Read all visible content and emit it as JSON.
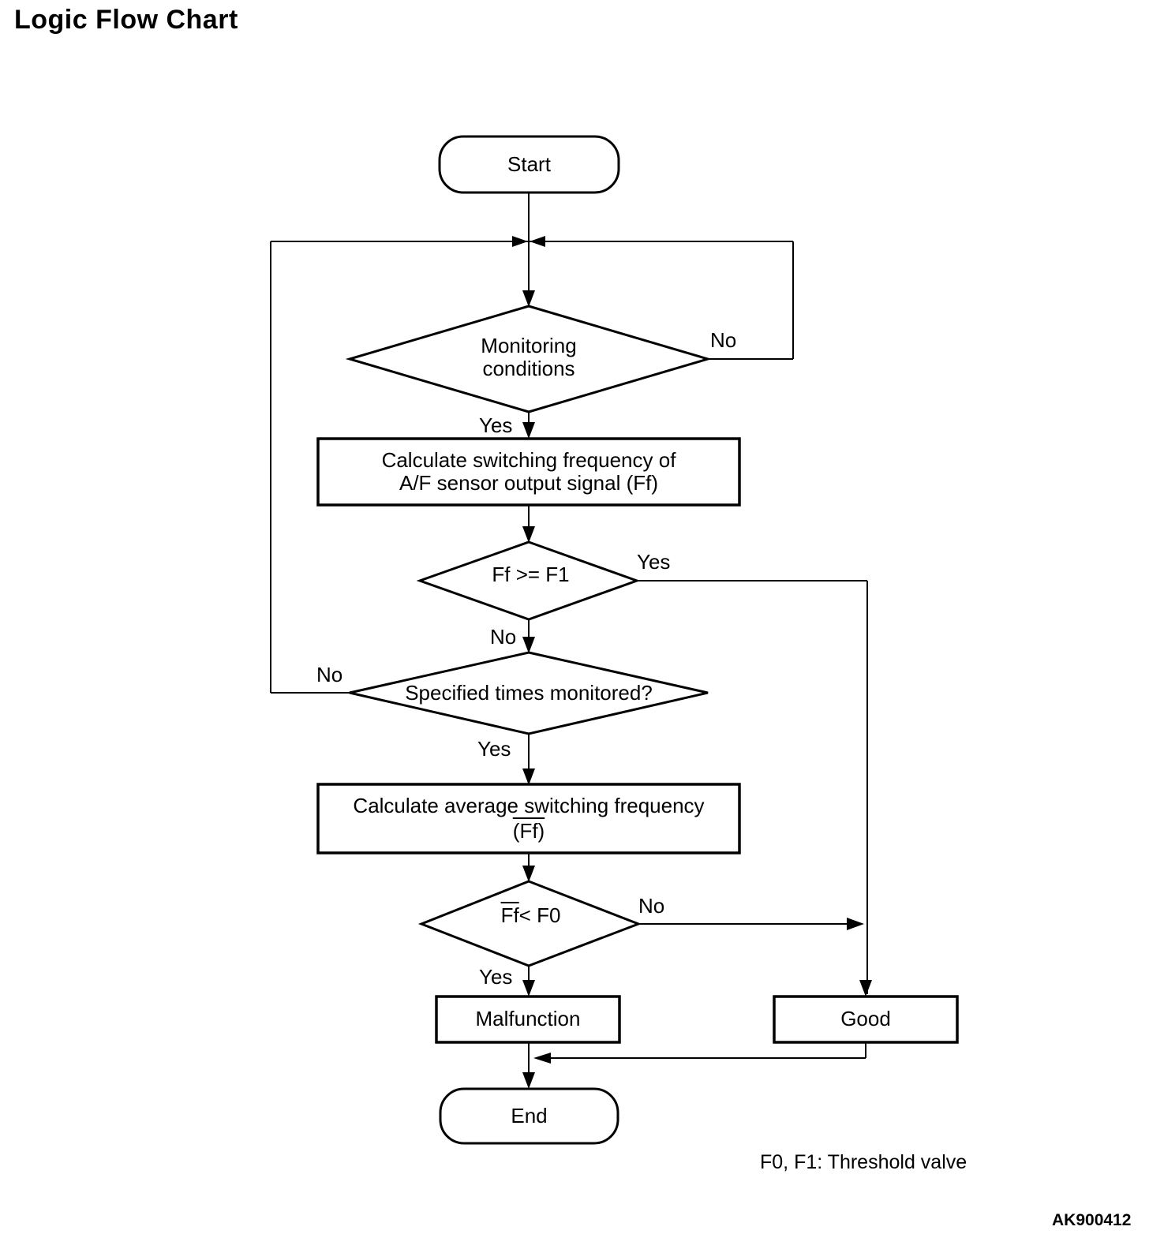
{
  "page": {
    "title": "Logic Flow Chart",
    "note": "F0, F1: Threshold valve",
    "figure_code": "AK900412"
  },
  "flowchart": {
    "start": {
      "label": "Start"
    },
    "monitoring_decision": {
      "label_line1": "Monitoring",
      "label_line2": "conditions",
      "no_label": "No",
      "yes_label": "Yes"
    },
    "calc_switching_freq": {
      "label_line1": "Calculate switching frequency of",
      "label_line2": "A/F sensor output signal (Ff)"
    },
    "ff_ge_f1_decision": {
      "label": "Ff >= F1",
      "yes_label": "Yes",
      "no_label": "No"
    },
    "specified_times_decision": {
      "label": "Specified times monitored?",
      "no_label": "No",
      "yes_label": "Yes"
    },
    "calc_avg_freq": {
      "label_line1": "Calculate average switching frequency",
      "label_line2_overlined": "(Ff)"
    },
    "ff_lt_f0_decision": {
      "label_overlined": "Ff",
      "label_rest": " < F0",
      "no_label": "No",
      "yes_label": "Yes"
    },
    "malfunction": {
      "label": "Malfunction"
    },
    "good": {
      "label": "Good"
    },
    "end": {
      "label": "End"
    }
  },
  "colors": {
    "line_color": "#000000",
    "text_color": "#000000",
    "background_color": "#ffffff"
  }
}
